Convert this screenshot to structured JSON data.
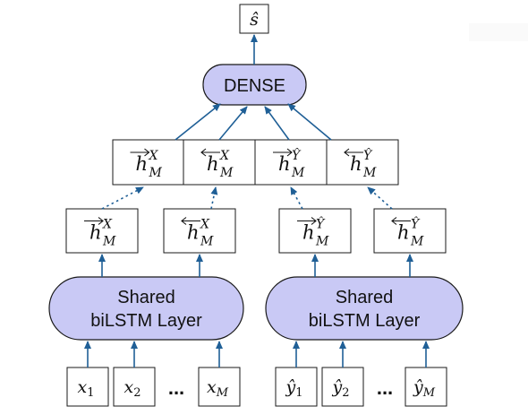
{
  "dense_label": "DENSE",
  "output_symbol": "ŝ",
  "lstm_left_line1": "Shared",
  "lstm_left_line2": "biLSTM Layer",
  "lstm_right_line1": "Shared",
  "lstm_right_line2": "biLSTM Layer",
  "ellipsis": "...",
  "subscript_M": "M",
  "sup_X": "X",
  "sup_Yhat": "Ŷ",
  "base_h": "h",
  "inputs_x": [
    "x1",
    "x2",
    "xM"
  ],
  "inputs_y": [
    "ŷ1",
    "ŷ2",
    "ŷM"
  ],
  "colors": {
    "pill_fill": "#c9c9f5",
    "edge": "#1f5f96"
  }
}
